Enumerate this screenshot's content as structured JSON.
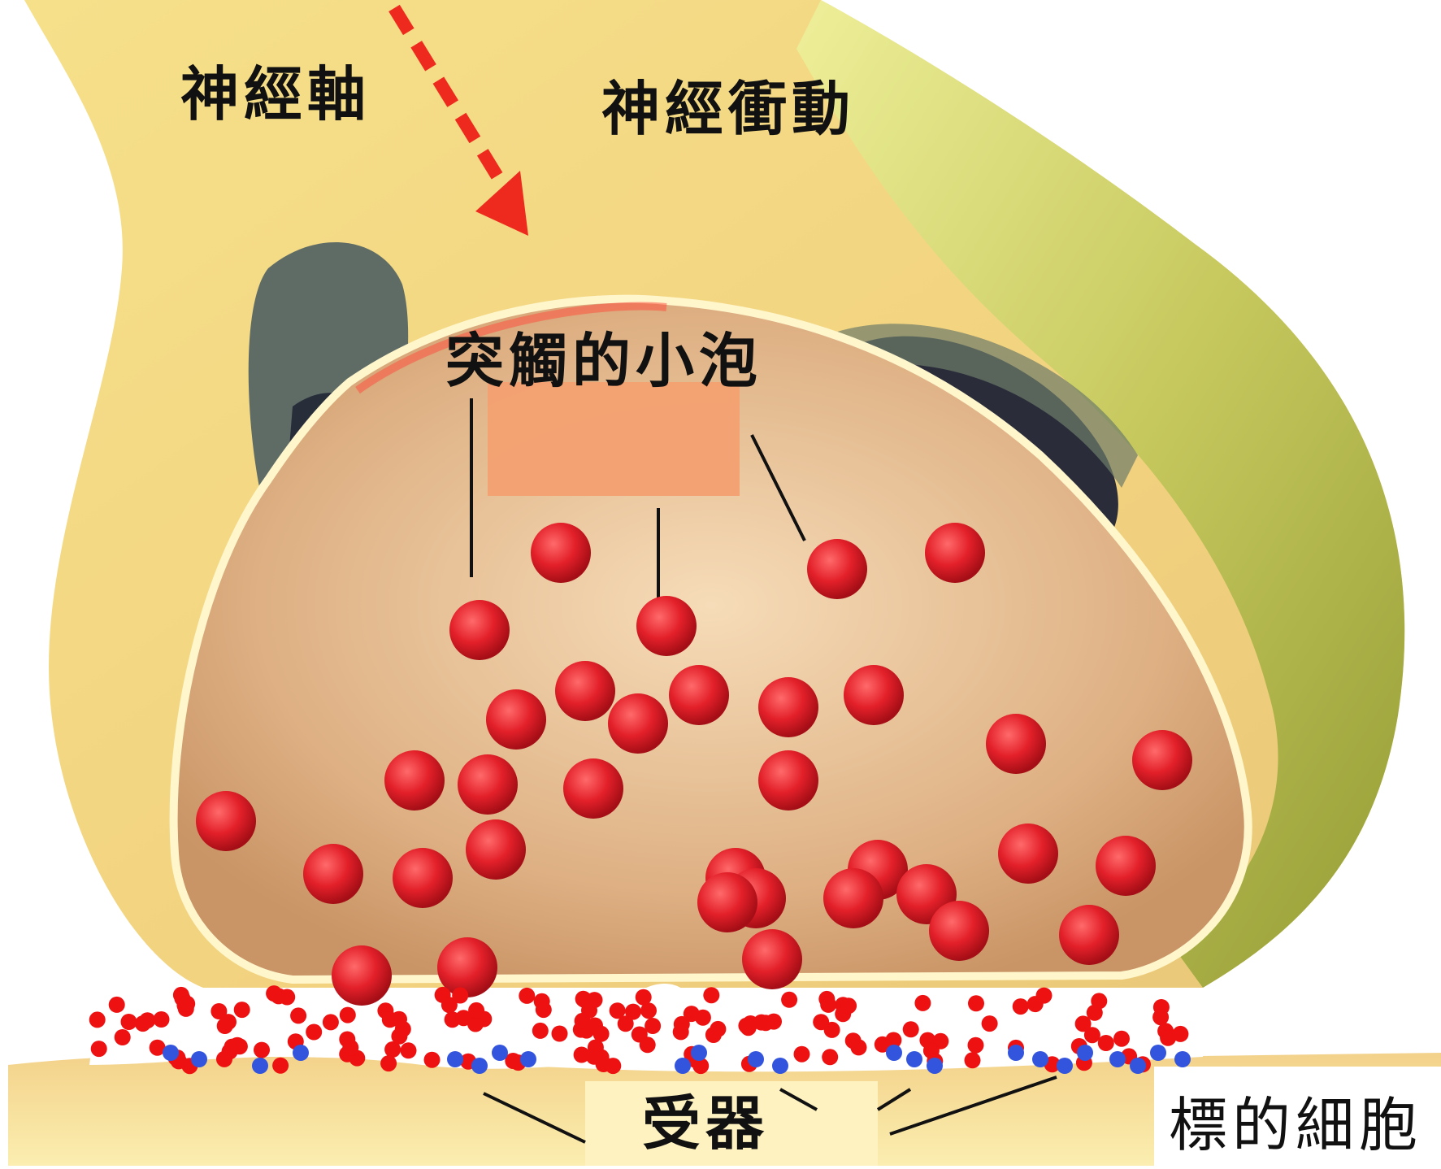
{
  "labels": {
    "axon": "神經軸",
    "nerve_impulse": "神經衝動",
    "synaptic_vesicle": "突觸的小泡",
    "receptor": "受器",
    "target_cell": "標的細胞"
  },
  "colors": {
    "axon_fill": "#f4e38c",
    "terminal_fill": "#d9a97a",
    "sheath_fill": "#b9c24e",
    "vesicle": "#e3202a",
    "neurotransmitter": "#ee1111",
    "receptor": "#3355dd",
    "arrow": "#ee2a1e"
  }
}
